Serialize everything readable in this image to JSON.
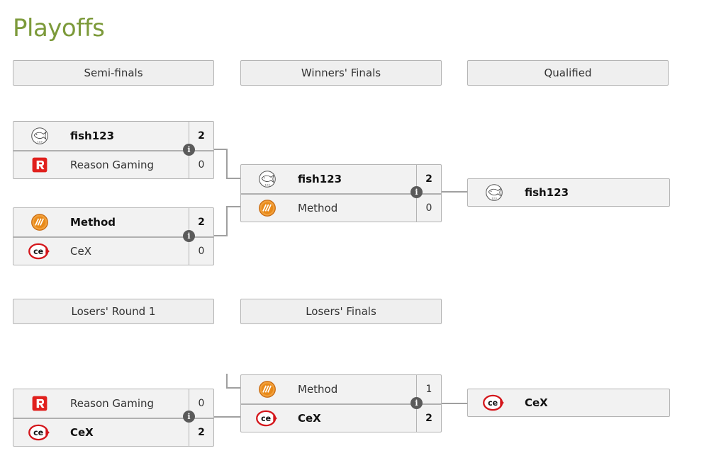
{
  "page": {
    "title": "Playoffs"
  },
  "rounds": {
    "semi_finals": "Semi-finals",
    "winners_finals": "Winners' Finals",
    "qualified": "Qualified",
    "losers_round_1": "Losers' Round 1",
    "losers_finals": "Losers' Finals"
  },
  "matches": {
    "sf1": {
      "top": {
        "team": "fish123",
        "score": "2"
      },
      "bottom": {
        "team": "Reason Gaming",
        "score": "0"
      }
    },
    "sf2": {
      "top": {
        "team": "Method",
        "score": "2"
      },
      "bottom": {
        "team": "CeX",
        "score": "0"
      }
    },
    "wf": {
      "top": {
        "team": "fish123",
        "score": "2"
      },
      "bottom": {
        "team": "Method",
        "score": "0"
      }
    },
    "lr1": {
      "top": {
        "team": "Reason Gaming",
        "score": "0"
      },
      "bottom": {
        "team": "CeX",
        "score": "2"
      }
    },
    "lf": {
      "top": {
        "team": "Method",
        "score": "1"
      },
      "bottom": {
        "team": "CeX",
        "score": "2"
      }
    }
  },
  "qualified": {
    "upper": "fish123",
    "lower": "CeX"
  },
  "info_glyph": "i",
  "colors": {
    "title": "#7c9a3a",
    "connector": "#a0a0a0",
    "info_badge": "#5a5a5a",
    "reason_red": "#e0201d",
    "method_orange": "#e88a1a",
    "cex_red": "#d4161b"
  }
}
